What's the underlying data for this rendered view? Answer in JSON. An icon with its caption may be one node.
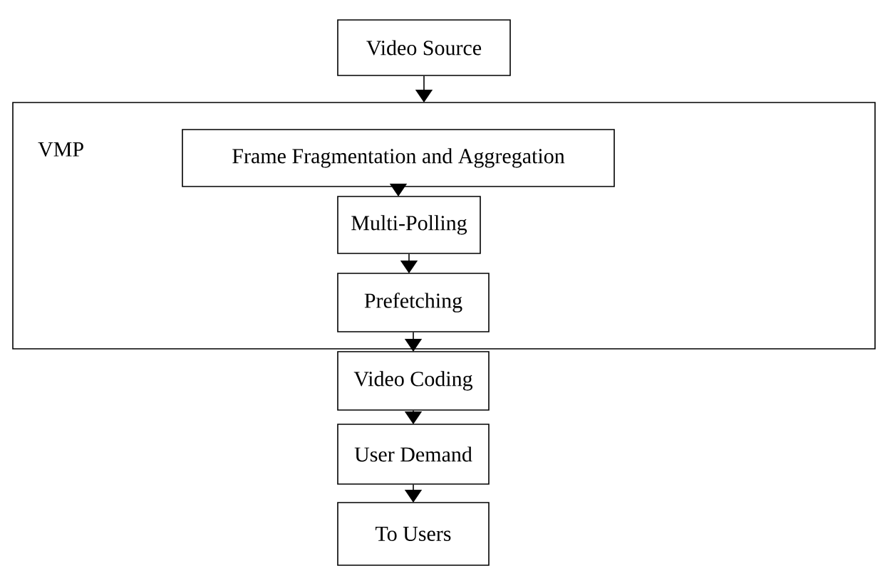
{
  "diagram": {
    "nodes": [
      {
        "text": [
          "Video Source"
        ]
      },
      {
        "text": [
          "VMP"
        ]
      },
      {
        "text": [
          "Frame Fragmentation and Aggregation"
        ],
        "in": 1
      },
      {
        "text": [
          "Multi-Polling"
        ],
        "in": 1
      },
      {
        "text": [
          "Prefetching"
        ],
        "in": 1
      },
      {
        "text": [
          "Video Coding"
        ]
      },
      {
        "text": [
          "User Demand"
        ]
      },
      {
        "text": [
          "To Users"
        ]
      }
    ],
    "edges": [
      {
        "from": 0,
        "to": 1,
        "arrow": "to"
      },
      {
        "from": 2,
        "to": 3,
        "arrow": "to"
      },
      {
        "from": 3,
        "to": 4,
        "arrow": "to"
      },
      {
        "from": 4,
        "to": 5,
        "arrow": "to"
      },
      {
        "from": 5,
        "to": 6,
        "arrow": "to"
      },
      {
        "from": 6,
        "to": 7,
        "arrow": "to"
      }
    ]
  }
}
